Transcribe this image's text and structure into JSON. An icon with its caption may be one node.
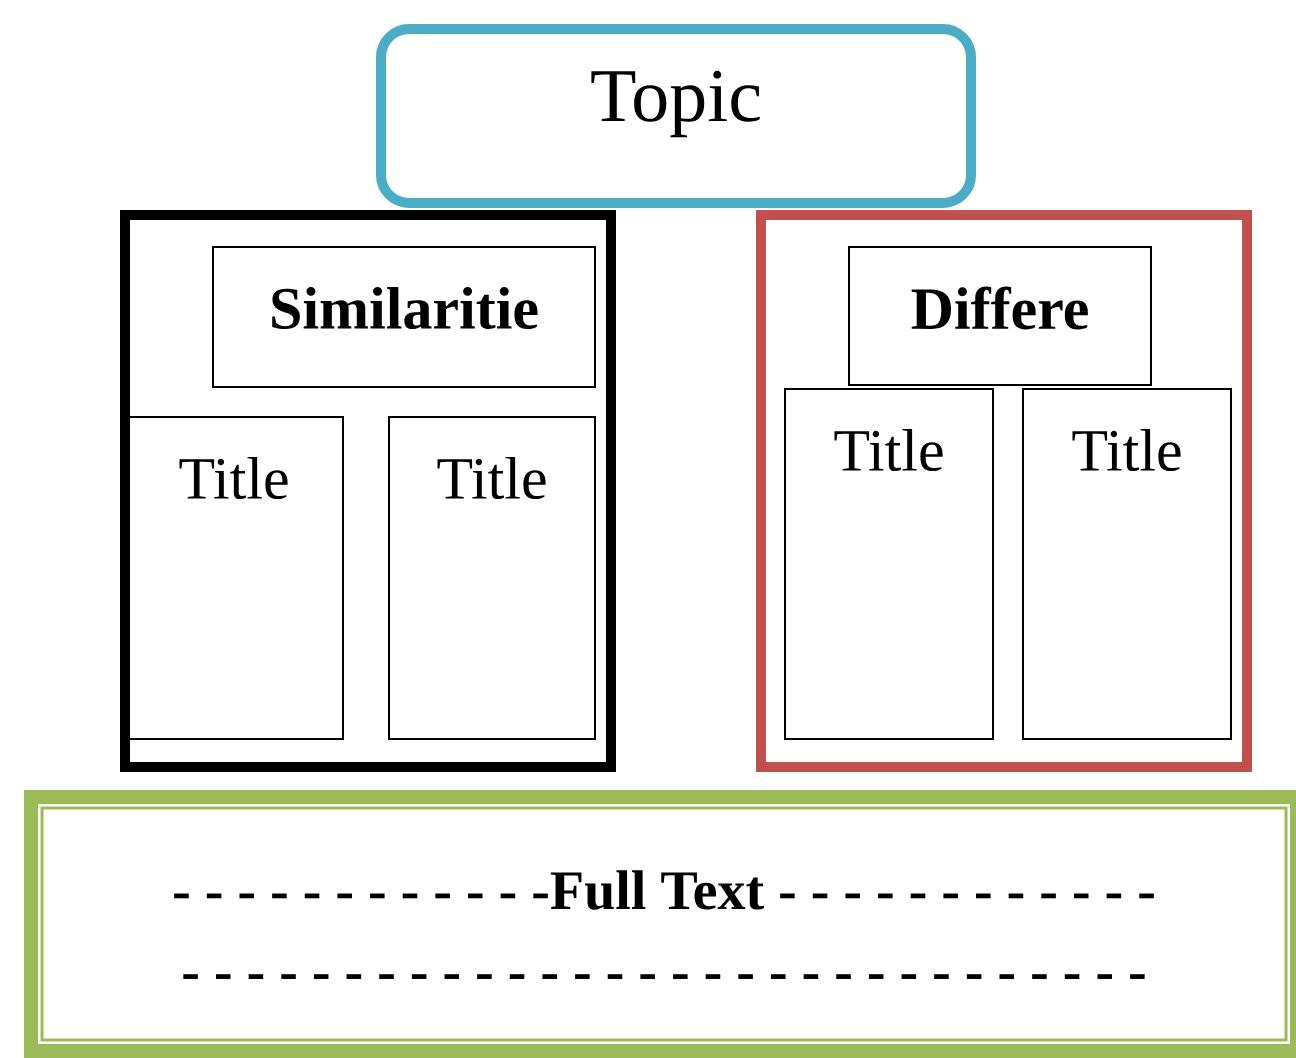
{
  "diagram": {
    "nodes": [
      {
        "text": [
          "Topic"
        ]
      },
      {
        "text": [],
        "shape": "box"
      },
      {
        "text": [
          "**Similaritie**"
        ],
        "in": 1
      },
      {
        "text": [
          "Title"
        ],
        "in": 1
      },
      {
        "text": [
          "Title"
        ],
        "in": 1
      },
      {
        "text": [],
        "shape": "box"
      },
      {
        "text": [
          "**Differe**"
        ],
        "in": 5
      },
      {
        "text": [
          "Title"
        ],
        "in": 5
      },
      {
        "text": [
          "Title"
        ],
        "in": 5
      },
      {
        "text": [
          "- - - - - - - - - - - -**Full Text** - - - - - - - - - - - -",
          "- -  - - - - - - - - -  - - - - - - - - - - - - - - - - - - -"
        ]
      }
    ],
    "edges": []
  }
}
